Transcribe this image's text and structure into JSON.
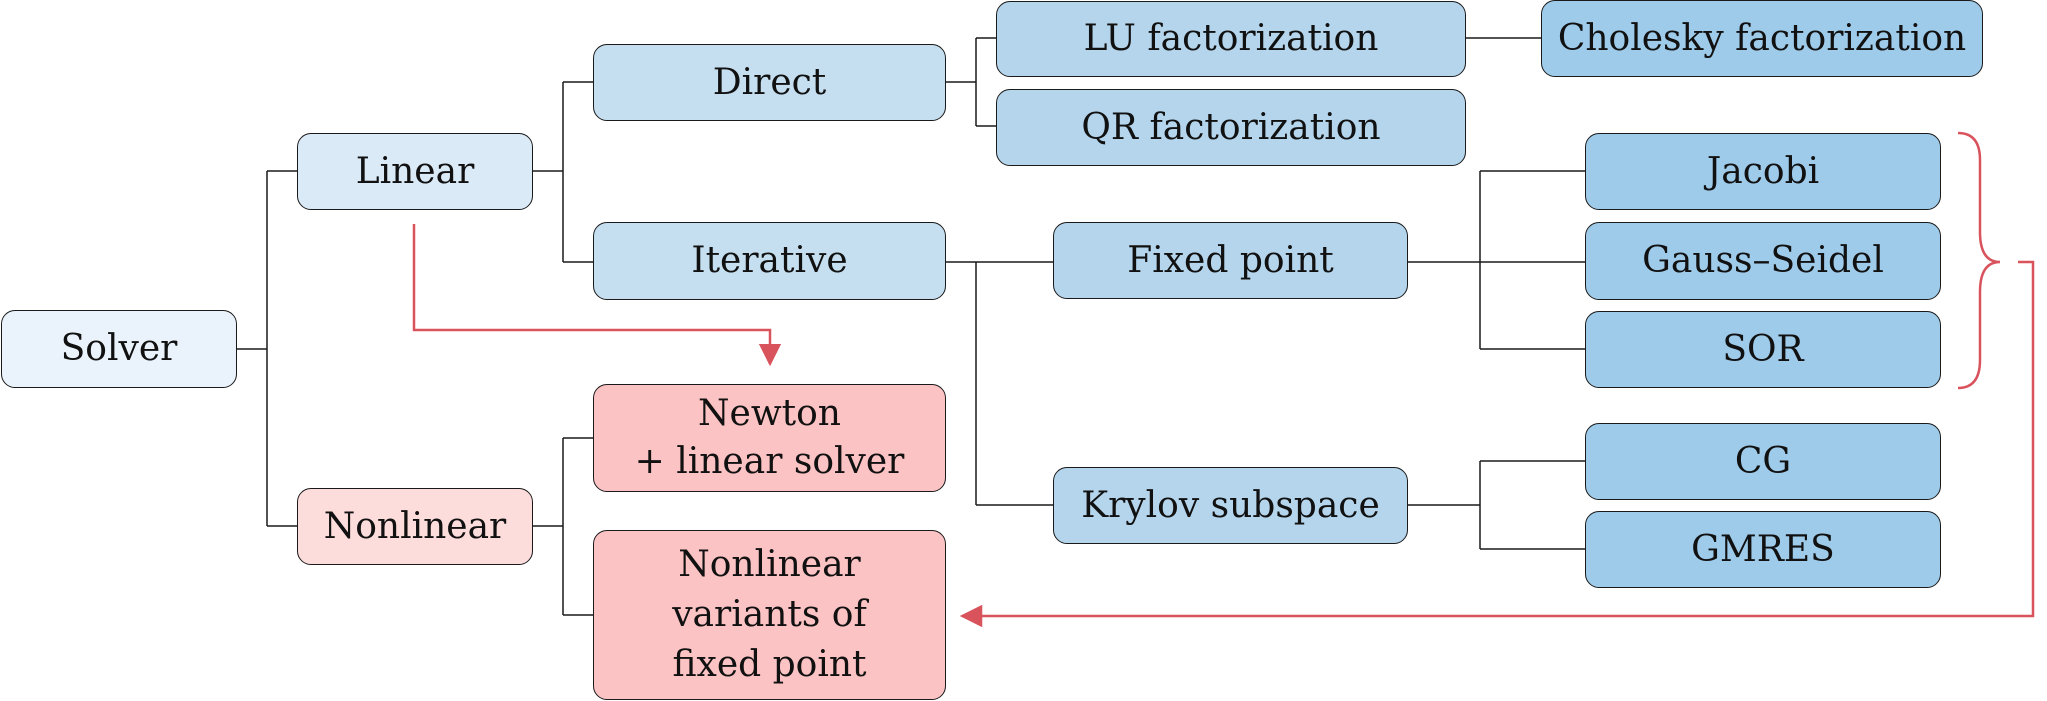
{
  "colors": {
    "level0": "#eaf3fb",
    "level1": "#dbeaf7",
    "level2": "#c5dff0",
    "level3": "#b4d5ec",
    "level4": "#9fcbea",
    "nonlinear_light": "#fddcdc",
    "nonlinear_dark": "#fcc3c4",
    "connector": "#1a1a1a",
    "arrow": "#d9535d"
  },
  "nodes": {
    "solver": "Solver",
    "linear": "Linear",
    "nonlinear": "Nonlinear",
    "direct": "Direct",
    "iterative": "Iterative",
    "lu": "LU factorization",
    "qr": "QR factorization",
    "cholesky": "Cholesky factorization",
    "fixed_point": "Fixed point",
    "krylov": "Krylov subspace",
    "jacobi": "Jacobi",
    "gauss_seidel": "Gauss–Seidel",
    "sor": "SOR",
    "cg": "CG",
    "gmres": "GMRES",
    "newton": "Newton\n+ linear solver",
    "nonlinear_fixed": "Nonlinear\nvariants of\nfixed point"
  }
}
